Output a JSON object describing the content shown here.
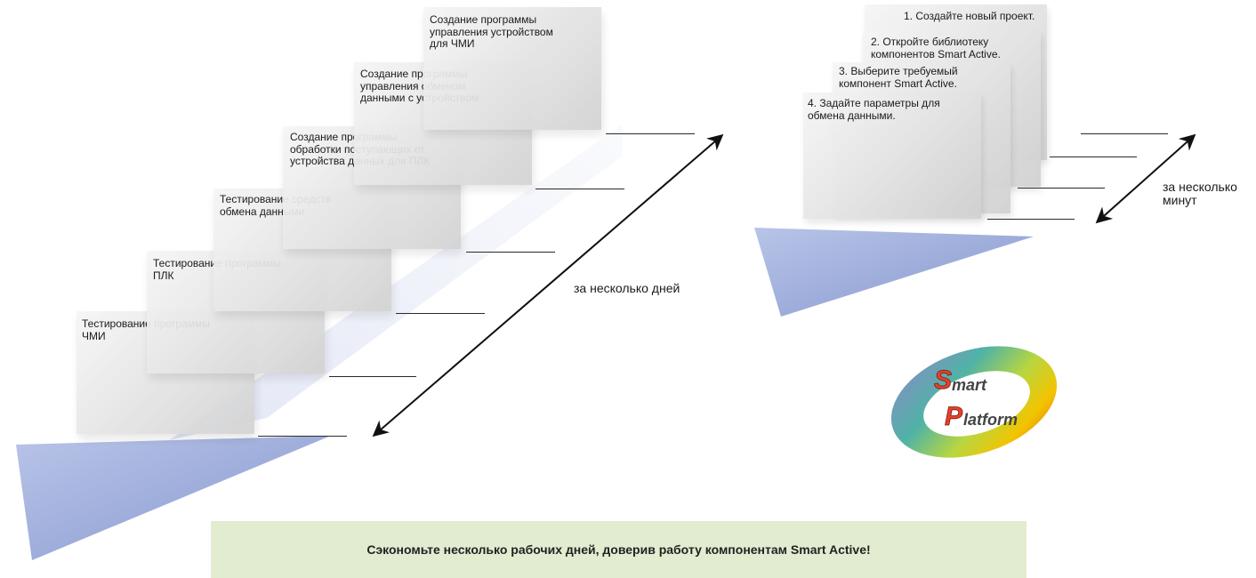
{
  "left_steps": [
    {
      "text": "Тестирование программы\nЧМИ"
    },
    {
      "text": "Тестирование программы\nПЛК"
    },
    {
      "text": "Тестирование средств\nобмена данными"
    },
    {
      "text": "Создание программы\nобработки поступающих от\nустройства данных для ПЛК"
    },
    {
      "text": "Создание программы\nуправления обменом\nданными с устройством"
    },
    {
      "text": "Создание программы\nуправления устройством\nдля ЧМИ"
    }
  ],
  "left_duration": "за несколько дней",
  "right_steps": [
    {
      "text": "1. Создайте новый проект."
    },
    {
      "text": "2. Откройте библиотеку\nкомпонентов Smart Active."
    },
    {
      "text": "3. Выберите требуемый\nкомпонент Smart Active."
    },
    {
      "text": "4. Задайте параметры для\nобмена данными."
    }
  ],
  "right_duration": "за несколько\nминут",
  "logo": {
    "word1_initial": "S",
    "word1_rest": "mart",
    "word2_initial": "P",
    "word2_rest": "latform"
  },
  "banner": "Сэкономьте несколько рабочих дней, доверив работу компонентам Smart Active!",
  "colors": {
    "wedge": "#9fb0dc",
    "banner_bg": "#e2ecd0",
    "logo_red": "#e8402a"
  }
}
